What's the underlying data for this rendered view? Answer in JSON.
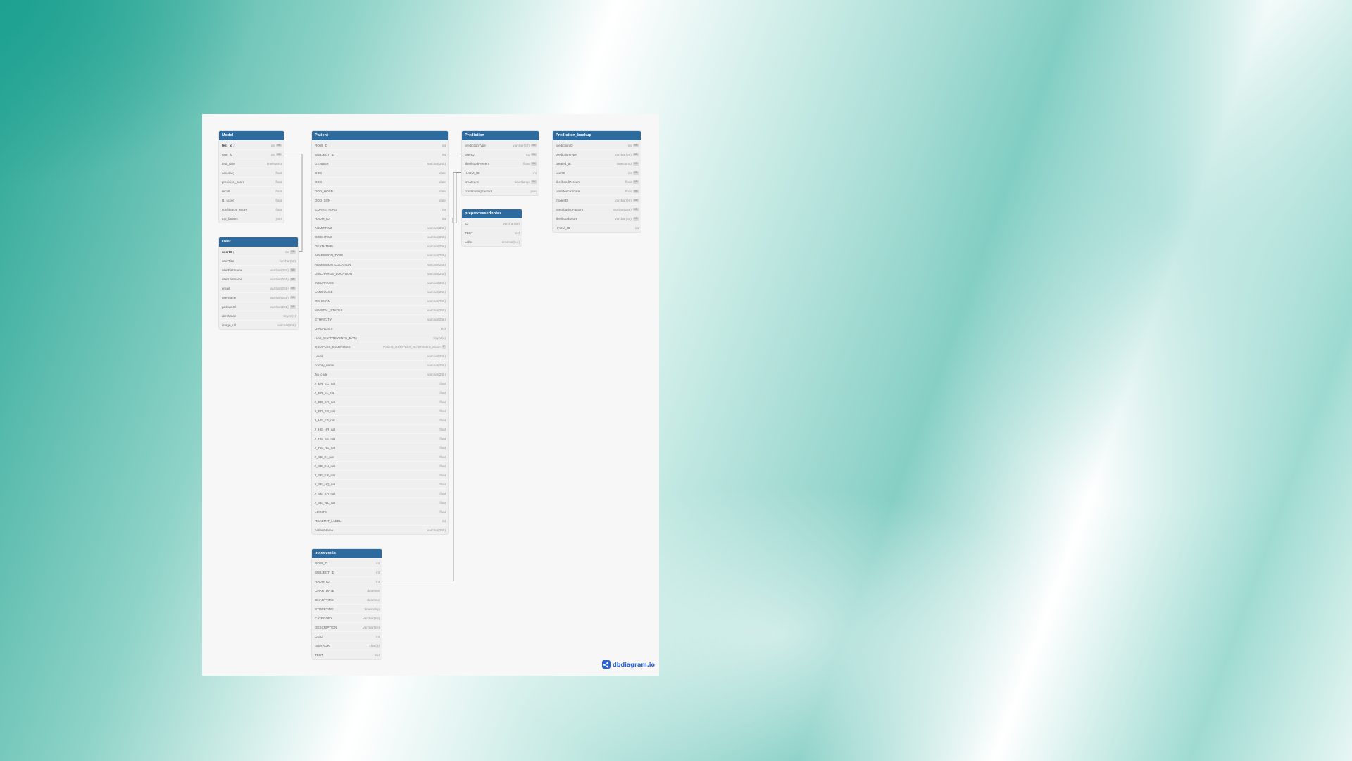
{
  "brand": {
    "name": "dbdiagram.io",
    "icon": "share-nodes-icon",
    "color": "#2a62d6"
  },
  "colors": {
    "header": "#2d6a9e",
    "row_bg": "#efefef",
    "canvas": "#f7f7f8",
    "link": "#8a8a8a"
  },
  "tables": [
    {
      "id": "model",
      "name": "Model",
      "rows": [
        {
          "name": "test_id",
          "type": "int",
          "nn": true,
          "pk": true
        },
        {
          "name": "user_id",
          "type": "int",
          "nn": true
        },
        {
          "name": "test_date",
          "type": "timestamp"
        },
        {
          "name": "accuracy",
          "type": "float"
        },
        {
          "name": "precision_score",
          "type": "float"
        },
        {
          "name": "recall",
          "type": "float"
        },
        {
          "name": "f1_score",
          "type": "float"
        },
        {
          "name": "confidence_score",
          "type": "float"
        },
        {
          "name": "top_factors",
          "type": "json"
        }
      ]
    },
    {
      "id": "user",
      "name": "User",
      "rows": [
        {
          "name": "userID",
          "type": "int",
          "nn": true,
          "pk": true
        },
        {
          "name": "userTitle",
          "type": "varchar(50)"
        },
        {
          "name": "userFirstname",
          "type": "varchar(255)",
          "nn": true
        },
        {
          "name": "userLastname",
          "type": "varchar(255)",
          "nn": true
        },
        {
          "name": "email",
          "type": "varchar(255)",
          "nn": true
        },
        {
          "name": "username",
          "type": "varchar(255)",
          "nn": true
        },
        {
          "name": "password",
          "type": "varchar(255)",
          "nn": true
        },
        {
          "name": "darkMode",
          "type": "tinyint(1)"
        },
        {
          "name": "image_url",
          "type": "varchar(255)"
        }
      ]
    },
    {
      "id": "patient",
      "name": "Patient",
      "rows": [
        {
          "name": "ROW_ID",
          "type": "int"
        },
        {
          "name": "SUBJECT_ID",
          "type": "int"
        },
        {
          "name": "GENDER",
          "type": "varchar(255)"
        },
        {
          "name": "DOB",
          "type": "date"
        },
        {
          "name": "DOD",
          "type": "date"
        },
        {
          "name": "DOD_HOSP",
          "type": "date"
        },
        {
          "name": "DOD_SSN",
          "type": "date"
        },
        {
          "name": "EXPIRE_FLAG",
          "type": "int"
        },
        {
          "name": "HADM_ID",
          "type": "int"
        },
        {
          "name": "ADMITTIME",
          "type": "varchar(255)"
        },
        {
          "name": "DISCHTIME",
          "type": "varchar(255)"
        },
        {
          "name": "DEATHTIME",
          "type": "varchar(255)"
        },
        {
          "name": "ADMISSION_TYPE",
          "type": "varchar(255)"
        },
        {
          "name": "ADMISSION_LOCATION",
          "type": "varchar(255)"
        },
        {
          "name": "DISCHARGE_LOCATION",
          "type": "varchar(255)"
        },
        {
          "name": "INSURANCE",
          "type": "varchar(255)"
        },
        {
          "name": "LANGUAGE",
          "type": "varchar(255)"
        },
        {
          "name": "RELIGION",
          "type": "varchar(255)"
        },
        {
          "name": "MARITAL_STATUS",
          "type": "varchar(255)"
        },
        {
          "name": "ETHNICITY",
          "type": "varchar(255)"
        },
        {
          "name": "DIAGNOSIS",
          "type": "text"
        },
        {
          "name": "HAS_CHARTEVENTS_DATA",
          "type": "tinyint(1)"
        },
        {
          "name": "COMPLEX_DIAGNOSIS",
          "type": "Patient_COMPLEX_DIAGNOSIS_enum",
          "badge": "E"
        },
        {
          "name": "Level",
          "type": "varchar(255)"
        },
        {
          "name": "county_name",
          "type": "varchar(255)"
        },
        {
          "name": "zip_code",
          "type": "varchar(255)"
        },
        {
          "name": "z_EN_EC_nat",
          "type": "float"
        },
        {
          "name": "z_EN_EL_nat",
          "type": "float"
        },
        {
          "name": "z_ED_ER_nat",
          "type": "float"
        },
        {
          "name": "z_ED_SP_nat",
          "type": "float"
        },
        {
          "name": "z_HE_FP_nat",
          "type": "float"
        },
        {
          "name": "z_HE_HR_nat",
          "type": "float"
        },
        {
          "name": "z_HE_SE_nat",
          "type": "float"
        },
        {
          "name": "z_HE_HE_nat",
          "type": "float"
        },
        {
          "name": "z_SE_EI_nat",
          "type": "float"
        },
        {
          "name": "z_SE_EN_nat",
          "type": "float"
        },
        {
          "name": "z_SE_ER_nat",
          "type": "float"
        },
        {
          "name": "z_SE_HQ_nat",
          "type": "float"
        },
        {
          "name": "z_SE_SH_nat",
          "type": "float"
        },
        {
          "name": "z_SE_WL_nat",
          "type": "float"
        },
        {
          "name": "LOGITS",
          "type": "float"
        },
        {
          "name": "READMIT_LABEL",
          "type": "int"
        },
        {
          "name": "patientName",
          "type": "varchar(255)"
        }
      ]
    },
    {
      "id": "prediction",
      "name": "Prediction",
      "rows": [
        {
          "name": "predictionType",
          "type": "varchar(50)",
          "nn": true
        },
        {
          "name": "userID",
          "type": "int",
          "nn": true
        },
        {
          "name": "likelihoodPercent",
          "type": "float",
          "nn": true
        },
        {
          "name": "HADM_ID",
          "type": "int"
        },
        {
          "name": "createdAt",
          "type": "timestamp",
          "nn": true
        },
        {
          "name": "contributingFactors",
          "type": "json"
        }
      ]
    },
    {
      "id": "preprocessednotes",
      "name": "preprocessednotes",
      "rows": [
        {
          "name": "ID",
          "type": "varchar(50)"
        },
        {
          "name": "TEXT",
          "type": "text"
        },
        {
          "name": "Label",
          "type": "decimal(5,1)"
        }
      ]
    },
    {
      "id": "prediction_backup",
      "name": "Prediction_backup",
      "rows": [
        {
          "name": "predictionID",
          "type": "int",
          "nn": true
        },
        {
          "name": "predictionType",
          "type": "varchar(50)",
          "nn": true
        },
        {
          "name": "created_at",
          "type": "timestamp",
          "nn": true
        },
        {
          "name": "userID",
          "type": "int",
          "nn": true
        },
        {
          "name": "likelihoodPercent",
          "type": "float",
          "nn": true
        },
        {
          "name": "confidenceScore",
          "type": "float",
          "nn": true
        },
        {
          "name": "modelID",
          "type": "varchar(50)",
          "nn": true
        },
        {
          "name": "contributingFactors",
          "type": "varchar(255)",
          "nn": true
        },
        {
          "name": "likelihoodScore",
          "type": "varchar(50)",
          "nn": true
        },
        {
          "name": "HADM_ID",
          "type": "int"
        }
      ]
    },
    {
      "id": "noteevents",
      "name": "noteevents",
      "rows": [
        {
          "name": "ROW_ID",
          "type": "int"
        },
        {
          "name": "SUBJECT_ID",
          "type": "int"
        },
        {
          "name": "HADM_ID",
          "type": "int"
        },
        {
          "name": "CHARTDATE",
          "type": "datetime"
        },
        {
          "name": "CHARTTIME",
          "type": "datetime"
        },
        {
          "name": "STORETIME",
          "type": "timestamp"
        },
        {
          "name": "CATEGORY",
          "type": "varchar(50)"
        },
        {
          "name": "DESCRIPTION",
          "type": "varchar(50)"
        },
        {
          "name": "CGID",
          "type": "int"
        },
        {
          "name": "ISERROR",
          "type": "char(1)"
        },
        {
          "name": "TEXT",
          "type": "text"
        }
      ]
    }
  ],
  "nn_label": "NN",
  "relationships": [
    {
      "from": "model.user_id",
      "to": "user.userID"
    },
    {
      "from": "prediction.userID",
      "to": "patient.SUBJECT_ID"
    },
    {
      "from": "prediction.HADM_ID",
      "to": "preprocessednotes.ID"
    },
    {
      "from": "patient.HADM_ID",
      "to": "preprocessednotes.ID"
    },
    {
      "from": "noteevents.HADM_ID",
      "to": "prediction.HADM_ID"
    }
  ]
}
